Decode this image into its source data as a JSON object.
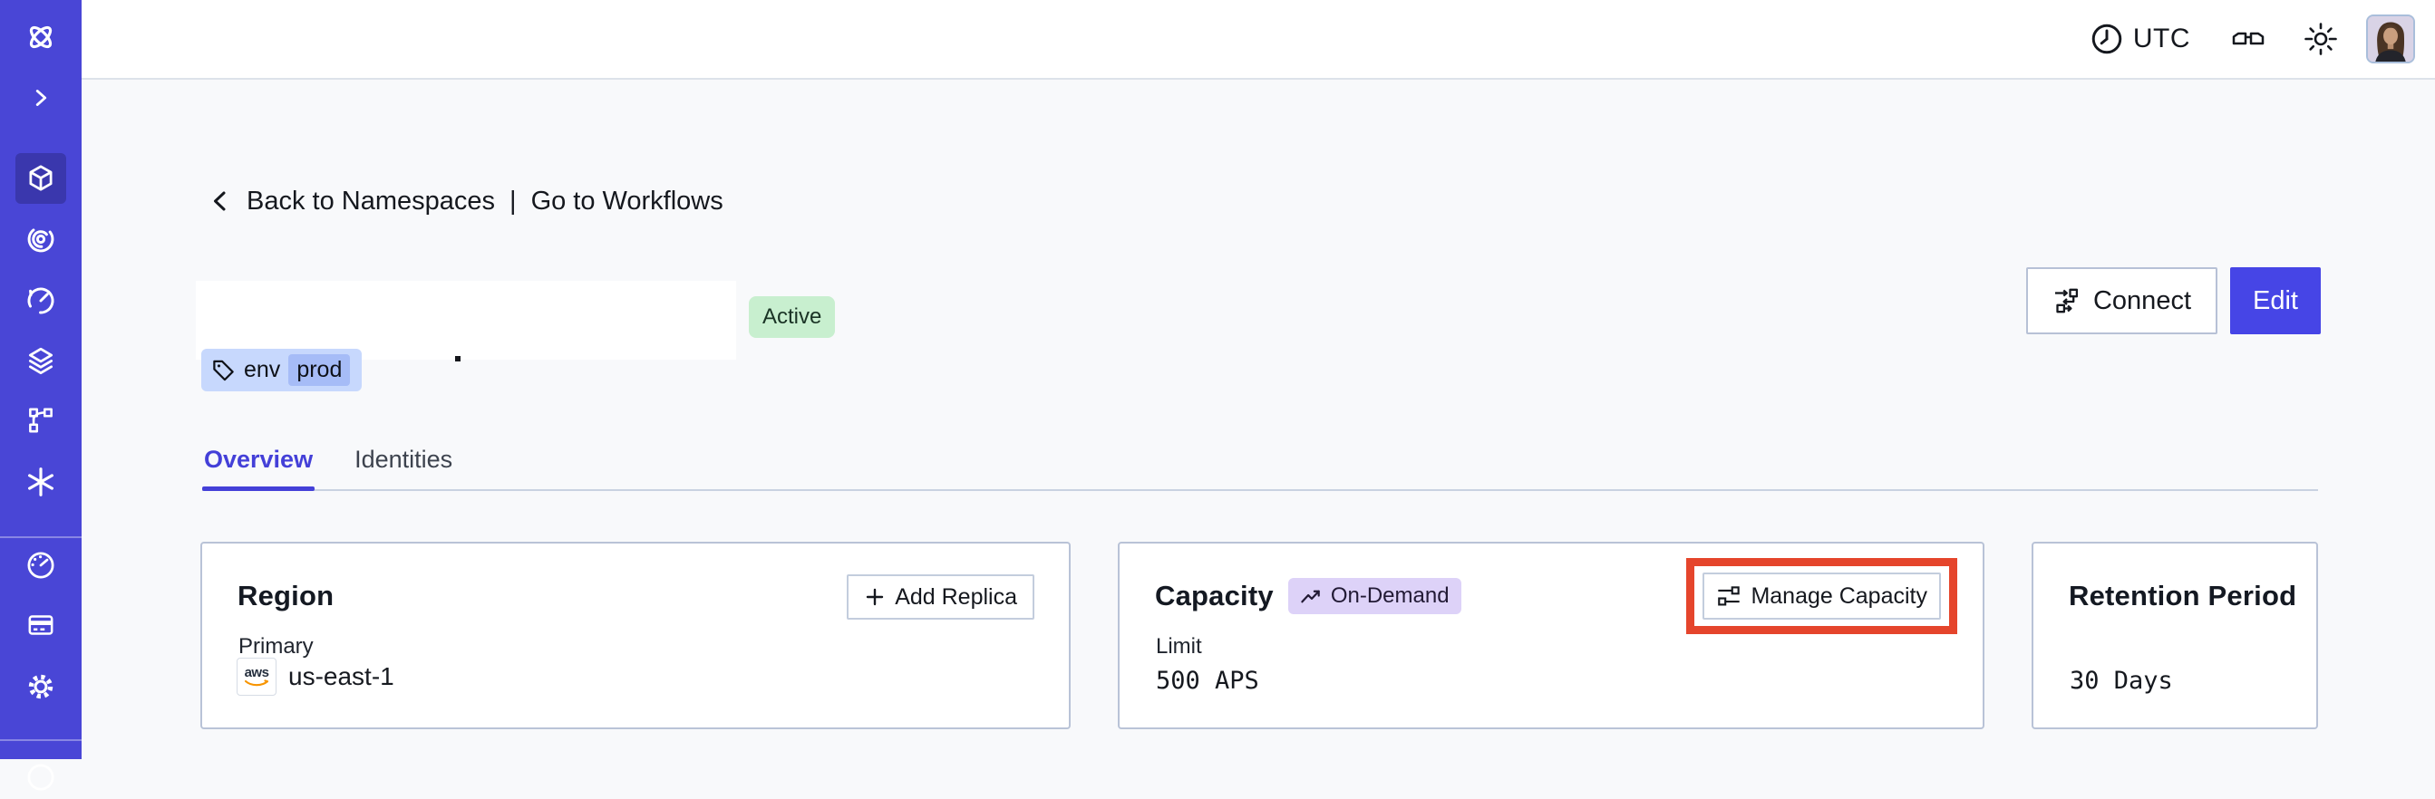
{
  "topbar": {
    "timezone": "UTC"
  },
  "breadcrumb": {
    "back_label": "Back to Namespaces",
    "separator": "|",
    "workflows_label": "Go to Workflows"
  },
  "namespace": {
    "status": "Active",
    "tag_key": "env",
    "tag_value": "prod"
  },
  "actions": {
    "connect": "Connect",
    "edit": "Edit"
  },
  "tabs": [
    {
      "label": "Overview",
      "active": true
    },
    {
      "label": "Identities",
      "active": false
    }
  ],
  "cards": {
    "region": {
      "title": "Region",
      "add_replica_label": "Add Replica",
      "primary_label": "Primary",
      "provider": "aws",
      "region_name": "us-east-1"
    },
    "capacity": {
      "title": "Capacity",
      "badge": "On-Demand",
      "manage_label": "Manage Capacity",
      "limit_label": "Limit",
      "limit_value": "500 APS"
    },
    "retention": {
      "title": "Retention Period",
      "value": "30 Days"
    }
  },
  "sidebar": {
    "icons": [
      "temporal-logo",
      "chevron-right",
      "cube",
      "spiral",
      "clock-arrow",
      "layers",
      "branch",
      "asterisk",
      "gauge",
      "credit-card",
      "gear",
      "circle"
    ],
    "active_icon": "cube"
  },
  "colors": {
    "sidebar": "#4946d6",
    "sidebar_active": "#3a37ad",
    "accent": "#4645e6",
    "tab_active": "#4440d8",
    "highlight_box": "#e5452c",
    "status_active_bg": "#c8efcf",
    "tag_bg": "#c7d8fd",
    "tag_value_bg": "#a6bcf7",
    "on_demand_bg": "#ddd2f8",
    "page_bg": "#f8f9fb"
  }
}
